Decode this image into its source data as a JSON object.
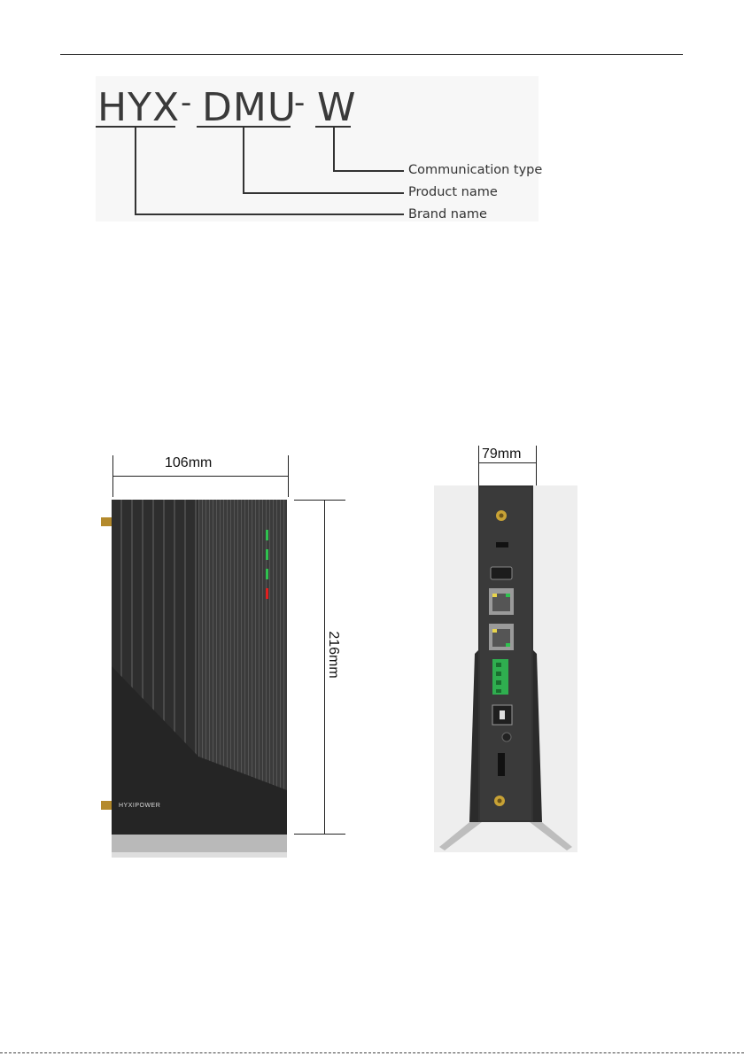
{
  "naming": {
    "brand_code": "HYX",
    "product_code": "DMU",
    "comm_code": "W",
    "separator": "-",
    "labels": {
      "communication_type": "Communication type",
      "product_name": "Product name",
      "brand_name": "Brand name"
    }
  },
  "dimensions": {
    "width": "106mm",
    "height": "216mm",
    "depth": "79mm"
  },
  "device": {
    "logo_text": "HYXIPOWER",
    "led_colors": [
      "#2fc24f",
      "#2fc24f",
      "#2fc24f",
      "#e02020"
    ]
  }
}
